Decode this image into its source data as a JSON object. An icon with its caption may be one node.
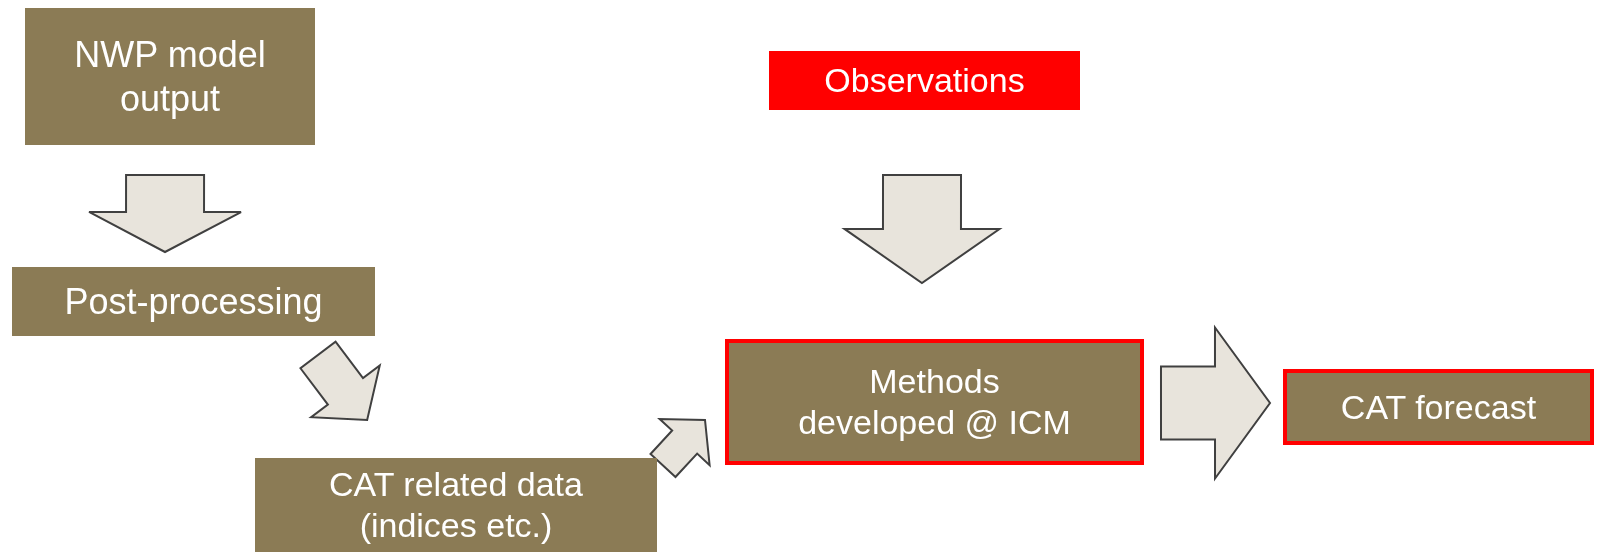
{
  "diagram": {
    "nodes": [
      {
        "text": [
          "NWP model output"
        ]
      },
      {
        "text": [
          "Post-processing"
        ]
      },
      {
        "text": [
          "CAT related data (indices etc.)"
        ]
      },
      {
        "text": [
          "Observations"
        ]
      },
      {
        "text": [
          "Methods developed @ ICM"
        ]
      },
      {
        "text": [
          "CAT forecast"
        ]
      }
    ],
    "edges": [
      {
        "from": 0,
        "to": 1,
        "arrow": "to"
      },
      {
        "from": 1,
        "to": 2,
        "arrow": "to"
      },
      {
        "from": 2,
        "to": 4,
        "arrow": "to"
      },
      {
        "from": 3,
        "to": 4,
        "arrow": "to"
      },
      {
        "from": 4,
        "to": 5,
        "arrow": "to"
      }
    ]
  }
}
